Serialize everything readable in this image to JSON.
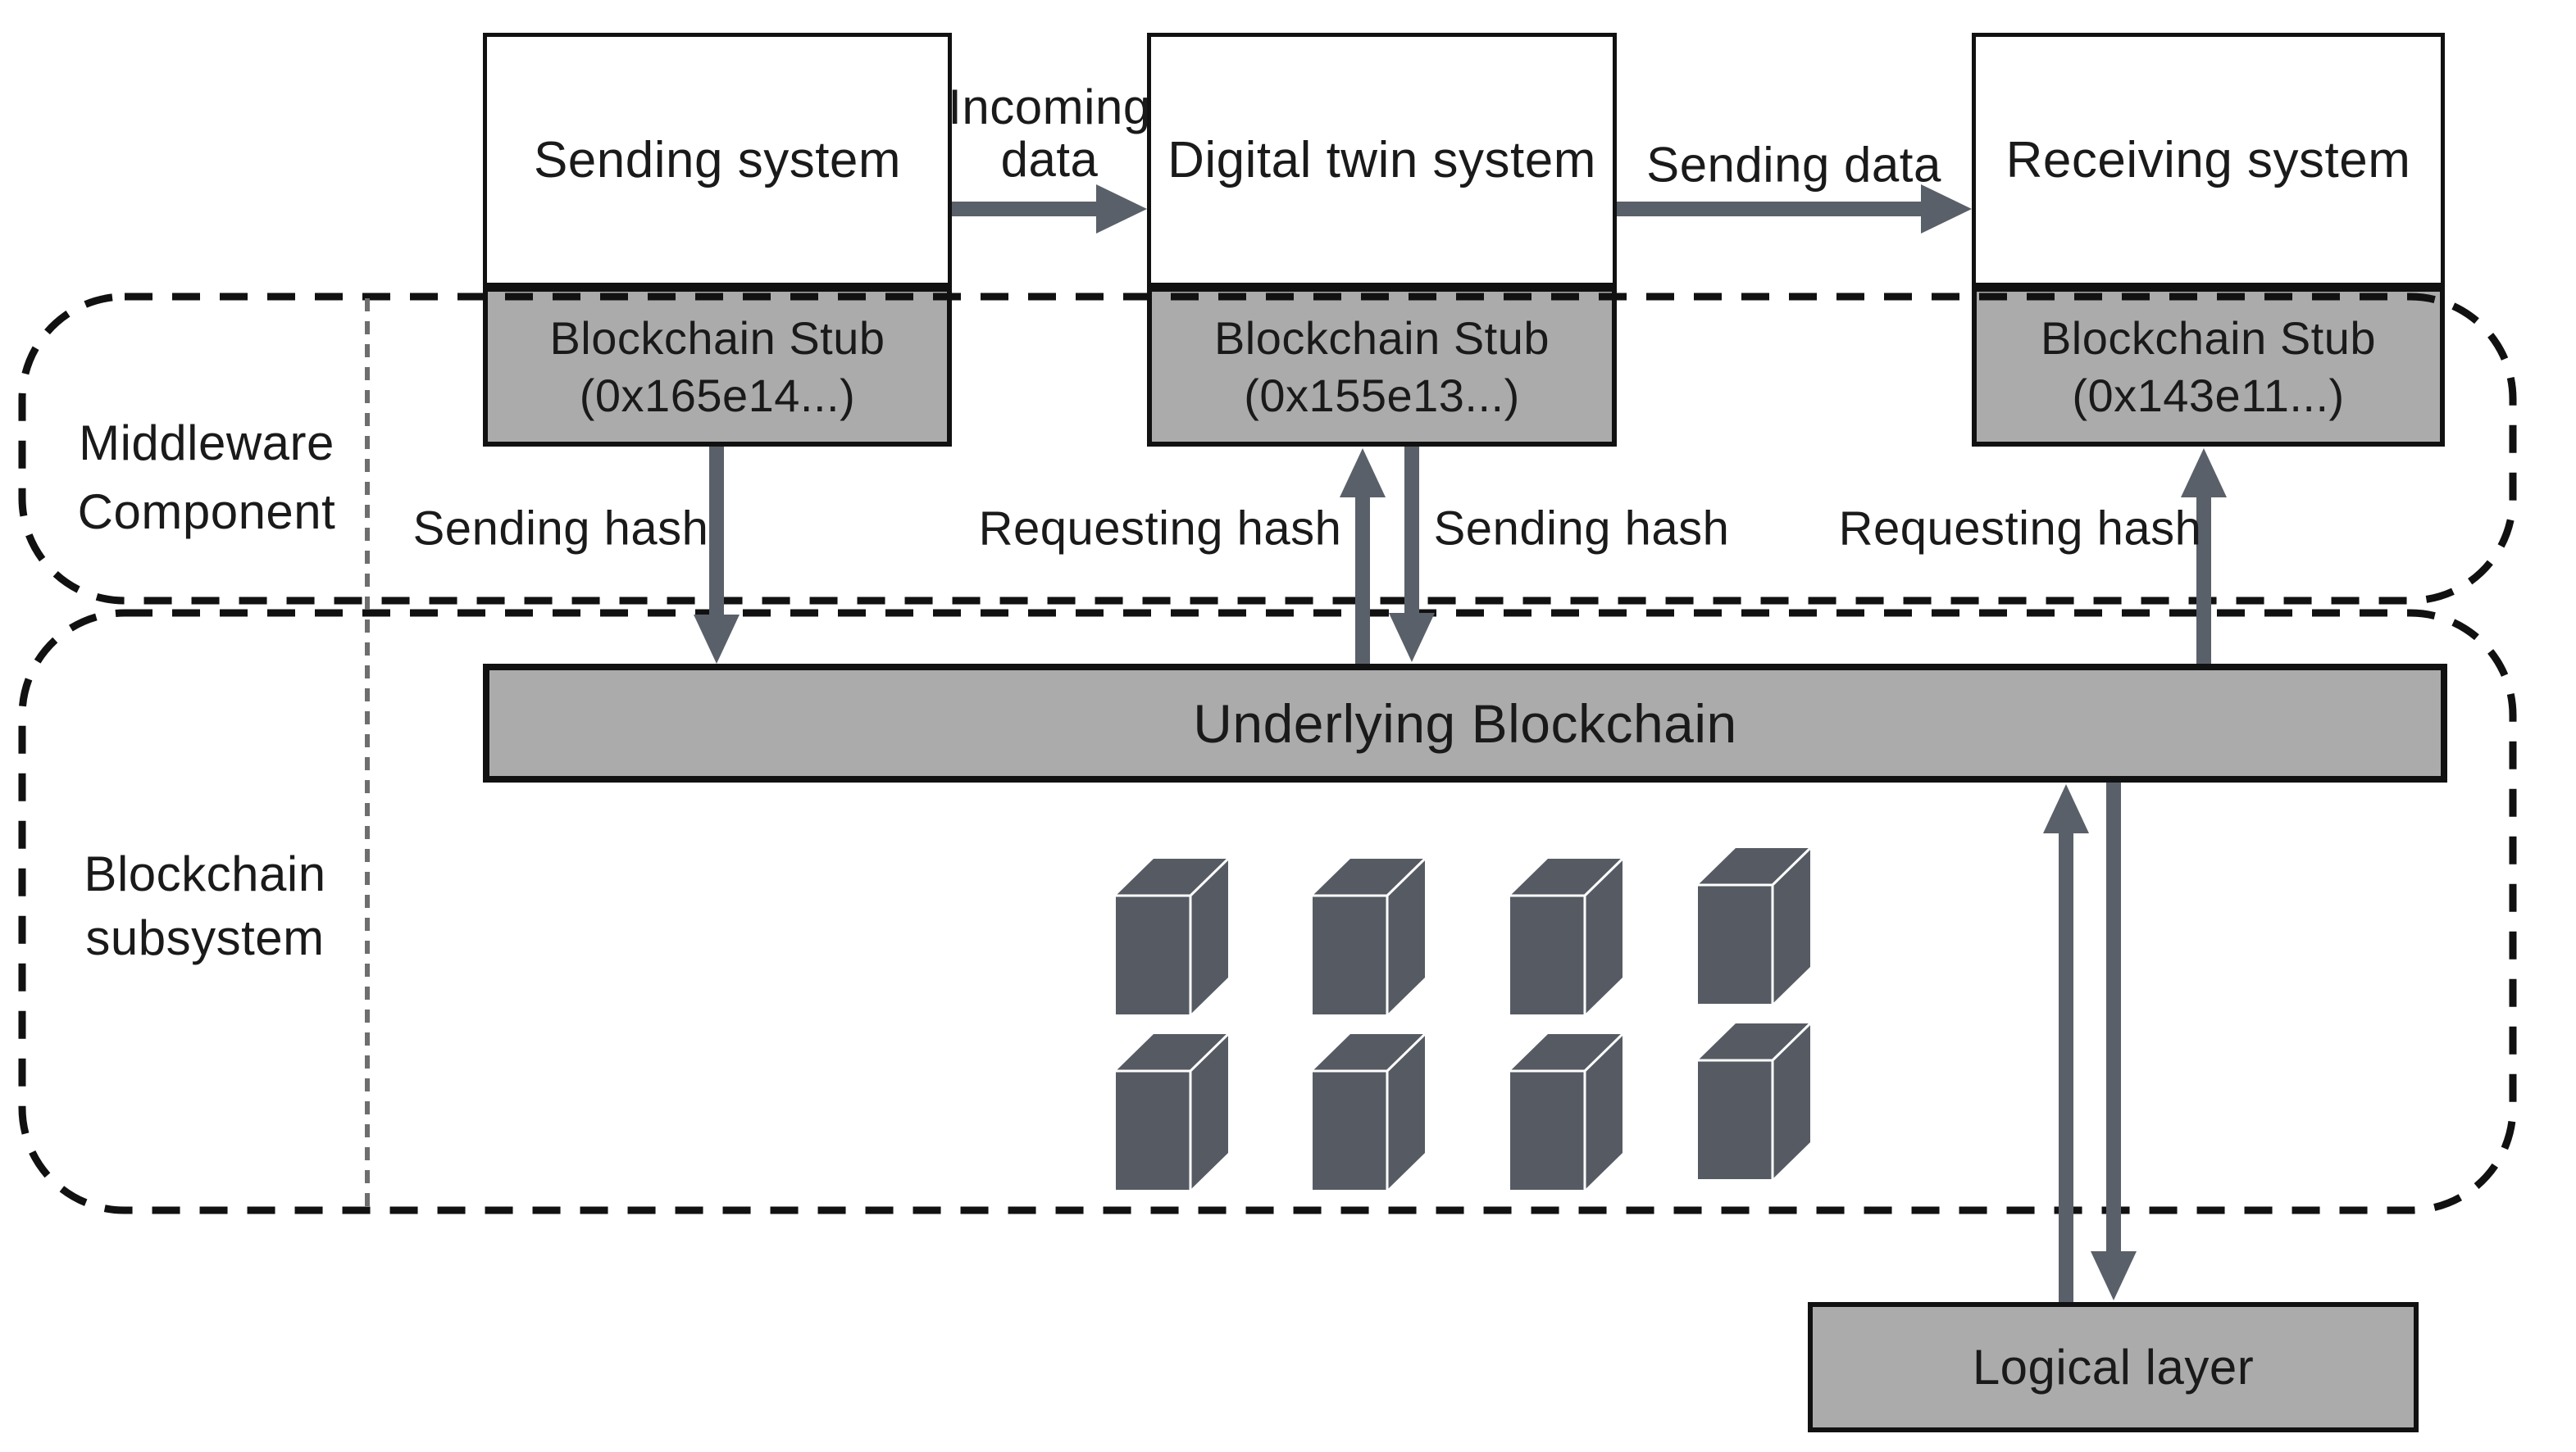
{
  "systems": [
    {
      "label": "Sending system",
      "stub_title": "Blockchain Stub",
      "stub_address": "(0x165e14...)"
    },
    {
      "label": "Digital twin system",
      "stub_title": "Blockchain Stub",
      "stub_address": "(0x155e13...)"
    },
    {
      "label": "Receiving system",
      "stub_title": "Blockchain Stub",
      "stub_address": "(0x143e11...)"
    }
  ],
  "arrows": {
    "incoming_data_line1": "Incoming",
    "incoming_data_line2": "data",
    "sending_data": "Sending data",
    "sending_hash_left": "Sending hash",
    "requesting_hash_middle": "Requesting hash",
    "sending_hash_middle": "Sending hash",
    "requesting_hash_right": "Requesting hash"
  },
  "regions": {
    "middleware_line1": "Middleware",
    "middleware_line2": "Component",
    "subsystem_line1": "Blockchain",
    "subsystem_line2": "subsystem"
  },
  "blockchain": {
    "underlying_label": "Underlying Blockchain",
    "logical_label": "Logical layer",
    "block_count": 8
  },
  "colors": {
    "box_gray": "#ababab",
    "arrow_gray": "#5a6069",
    "cube_gray": "#565b63",
    "border_black": "#111111",
    "divider_gray": "#6e6e6e"
  }
}
